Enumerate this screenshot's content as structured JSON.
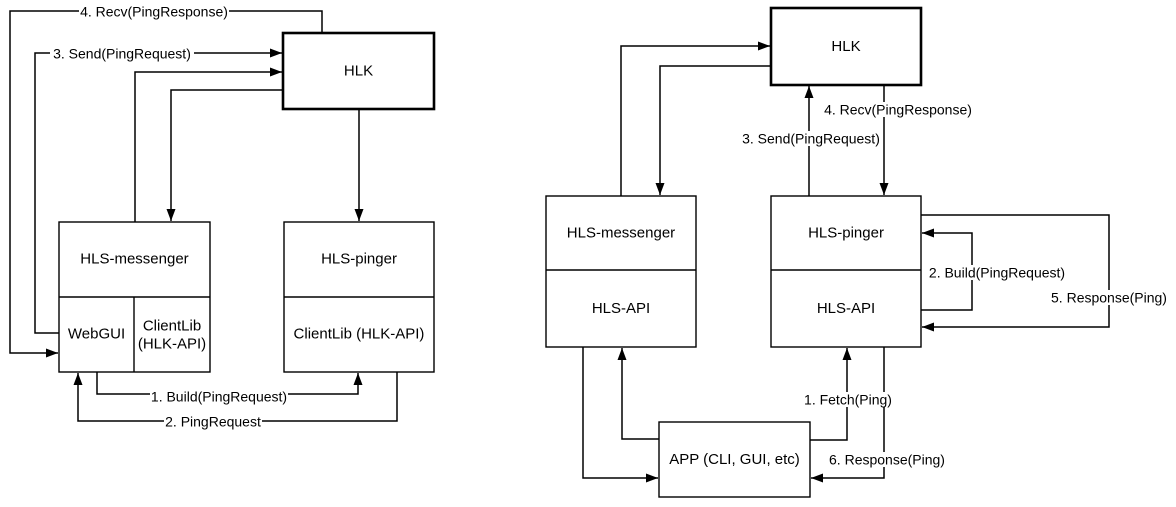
{
  "diagram_left": {
    "hlk_label": "HLK",
    "messenger_label": "HLS-messenger",
    "webgui_label": "WebGUI",
    "clientlib_line1": "ClientLib",
    "clientlib_line2": "(HLK-API)",
    "pinger_label": "HLS-pinger",
    "pinger_clientlib_label": "ClientLib (HLK-API)",
    "edges": {
      "build": "1. Build(PingRequest)",
      "pingrequest": "2. PingRequest",
      "send": "3. Send(PingRequest)",
      "recv": "4. Recv(PingResponse)"
    }
  },
  "diagram_right": {
    "hlk_label": "HLK",
    "messenger_label": "HLS-messenger",
    "messenger_api_label": "HLS-API",
    "pinger_label": "HLS-pinger",
    "pinger_api_label": "HLS-API",
    "app_label": "APP (CLI, GUI, etc)",
    "edges": {
      "fetch": "1. Fetch(Ping)",
      "build": "2. Build(PingRequest)",
      "send": "3. Send(PingRequest)",
      "recv": "4. Recv(PingResponse)",
      "response5": "5. Response(Ping)",
      "response6": "6. Response(Ping)"
    }
  },
  "colors": {
    "line": "#000000",
    "box_fill": "#ffffff",
    "background": "#ffffff",
    "text": "#000000"
  }
}
